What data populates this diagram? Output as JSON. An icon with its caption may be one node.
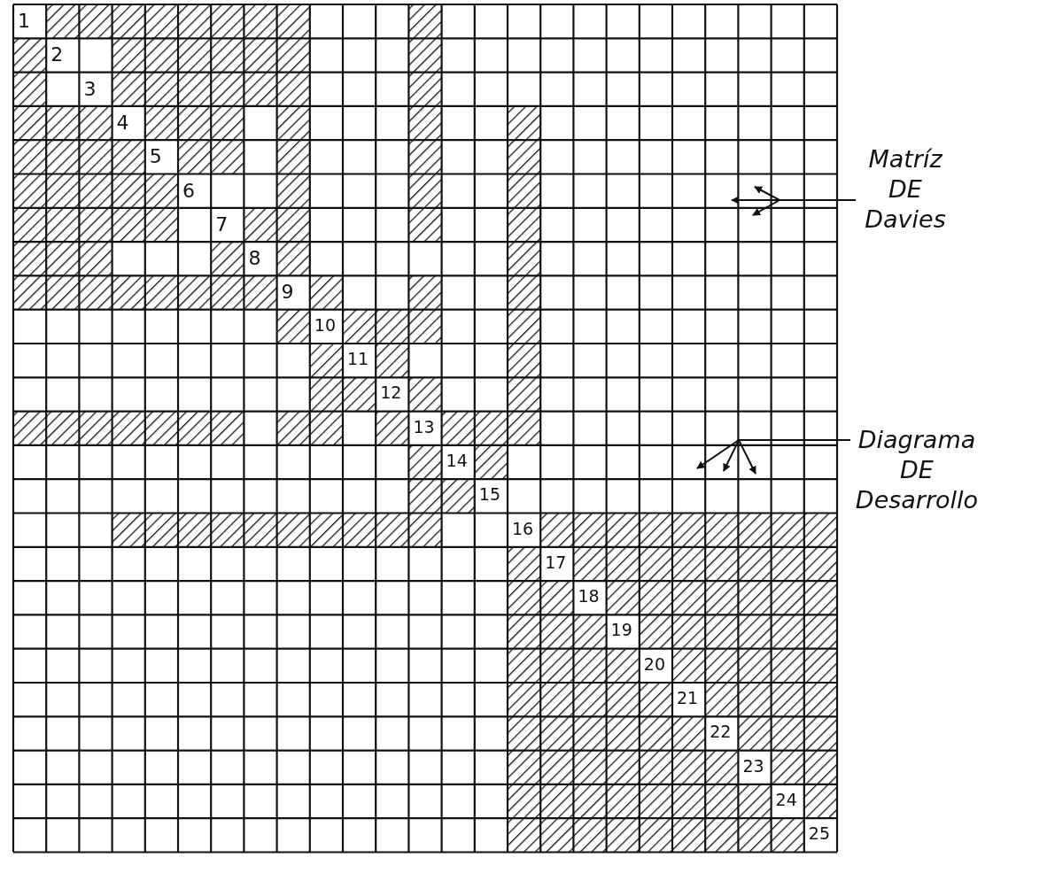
{
  "diagram": {
    "nodes": [
      {
        "text": [
          "Matríz DE Davies"
        ]
      },
      {
        "text": [
          "Diagrama DE Desarrollo"
        ]
      }
    ],
    "edges": [
      {
        "from": 0,
        "to": null,
        "arrow": "to"
      },
      {
        "from": 0,
        "to": null,
        "arrow": "to"
      },
      {
        "from": 0,
        "to": null,
        "arrow": "to"
      },
      {
        "from": 1,
        "to": null,
        "arrow": "to"
      },
      {
        "from": 1,
        "to": null,
        "arrow": "to"
      },
      {
        "from": 1,
        "to": null,
        "arrow": "to"
      }
    ],
    "labels": [
      "1",
      "2",
      "3",
      "4",
      "5",
      "6",
      "7",
      "8",
      "9",
      "10",
      "11",
      "12",
      "13",
      "14",
      "15",
      "16",
      "17",
      "18",
      "19",
      "20",
      "21",
      "22",
      "23",
      "24",
      "25"
    ]
  }
}
